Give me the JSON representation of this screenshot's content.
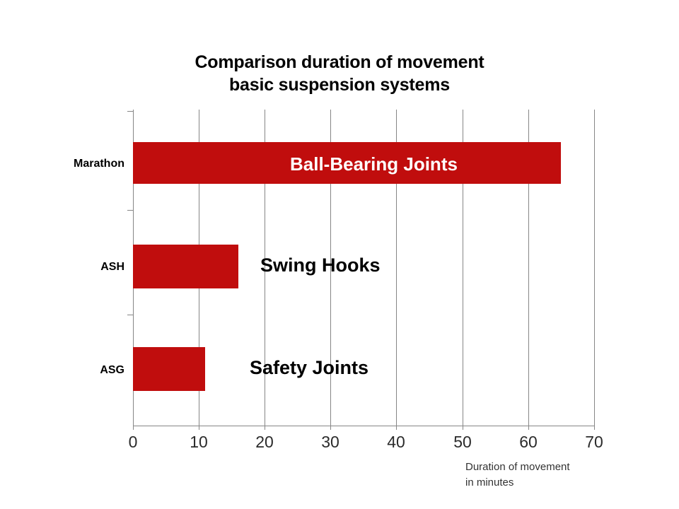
{
  "chart_data": {
    "type": "bar",
    "orientation": "horizontal",
    "title": "Comparison duration of movement basic suspension systems",
    "title_lines": [
      "Comparison duration of movement",
      "basic suspension systems"
    ],
    "categories": [
      "Marathon",
      "ASH",
      "ASG"
    ],
    "values": [
      65,
      16,
      11
    ],
    "bar_labels": [
      "Ball-Bearing Joints",
      "Swing Hooks",
      "Safety Joints"
    ],
    "xlabel": "Duration of movement in minutes",
    "xlabel_lines": [
      "Duration of movement",
      "in minutes"
    ],
    "ylabel": "",
    "xlim": [
      0,
      70
    ],
    "xticks": [
      0,
      10,
      20,
      30,
      40,
      50,
      60,
      70
    ],
    "xtick_labels": [
      "0",
      "10",
      "20",
      "30",
      "40",
      "50",
      "60",
      "70"
    ],
    "grid": true,
    "legend": false,
    "bar_color": "#C00D0D",
    "grid_color": "#868686",
    "inner_label_color": "#FFFFFF",
    "outer_label_color": "#000000"
  }
}
